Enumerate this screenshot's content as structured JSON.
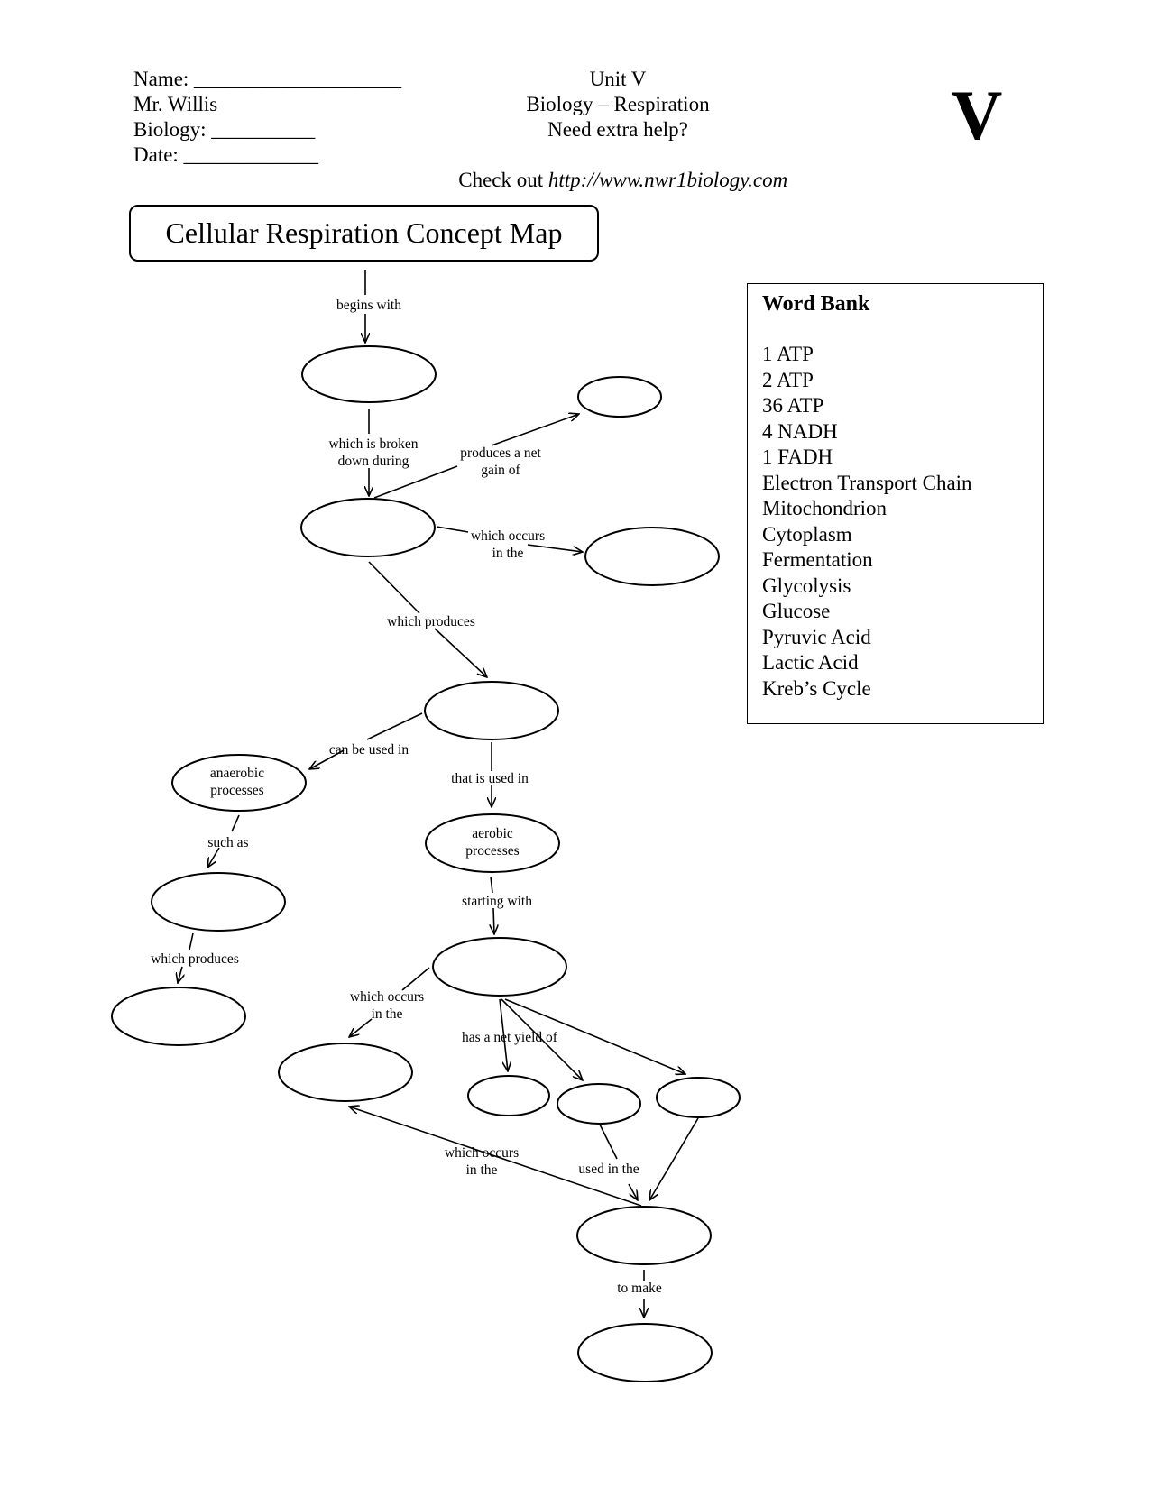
{
  "header": {
    "name_line": "Name: ____________________",
    "teacher": "Mr. Willis",
    "class_line": "Biology: __________",
    "date_line": "Date: _____________",
    "unit": "Unit V",
    "subject": "Biology – Respiration",
    "help": "Need extra help?",
    "check_out": "Check out ",
    "url": "http://www.nwr1biology.com",
    "big_letter": "V"
  },
  "title": "Cellular Respiration Concept Map",
  "word_bank": {
    "title": "Word Bank",
    "items": [
      "1 ATP",
      "2 ATP",
      "36 ATP",
      "4 NADH",
      "1 FADH",
      "Electron Transport Chain",
      "Mitochondrion",
      "Cytoplasm",
      "Fermentation",
      "Glycolysis",
      "Glucose",
      "Pyruvic Acid",
      "Lactic Acid",
      "Kreb’s Cycle"
    ]
  },
  "nodes": {
    "anaerobic": [
      "anaerobic",
      "processes"
    ],
    "aerobic": [
      "aerobic",
      "processes"
    ]
  },
  "links": {
    "begins_with": [
      "begins with"
    ],
    "broken_down": [
      "which is broken",
      "down during"
    ],
    "net_gain": [
      "produces a net",
      "gain of"
    ],
    "occurs_in_1": [
      "which occurs",
      "in the"
    ],
    "which_produces_1": [
      "which produces"
    ],
    "can_be_used": [
      "can be used in"
    ],
    "that_is_used": [
      "that is used in"
    ],
    "such_as": [
      "such as"
    ],
    "starting_with": [
      "starting with"
    ],
    "which_produces_2": [
      "which produces"
    ],
    "occurs_in_2": [
      "which occurs",
      "in the"
    ],
    "net_yield": [
      "has a net yield of"
    ],
    "occurs_in_3": [
      "which occurs",
      "in the"
    ],
    "used_in": [
      "used in the"
    ],
    "to_make": [
      "to make"
    ]
  }
}
